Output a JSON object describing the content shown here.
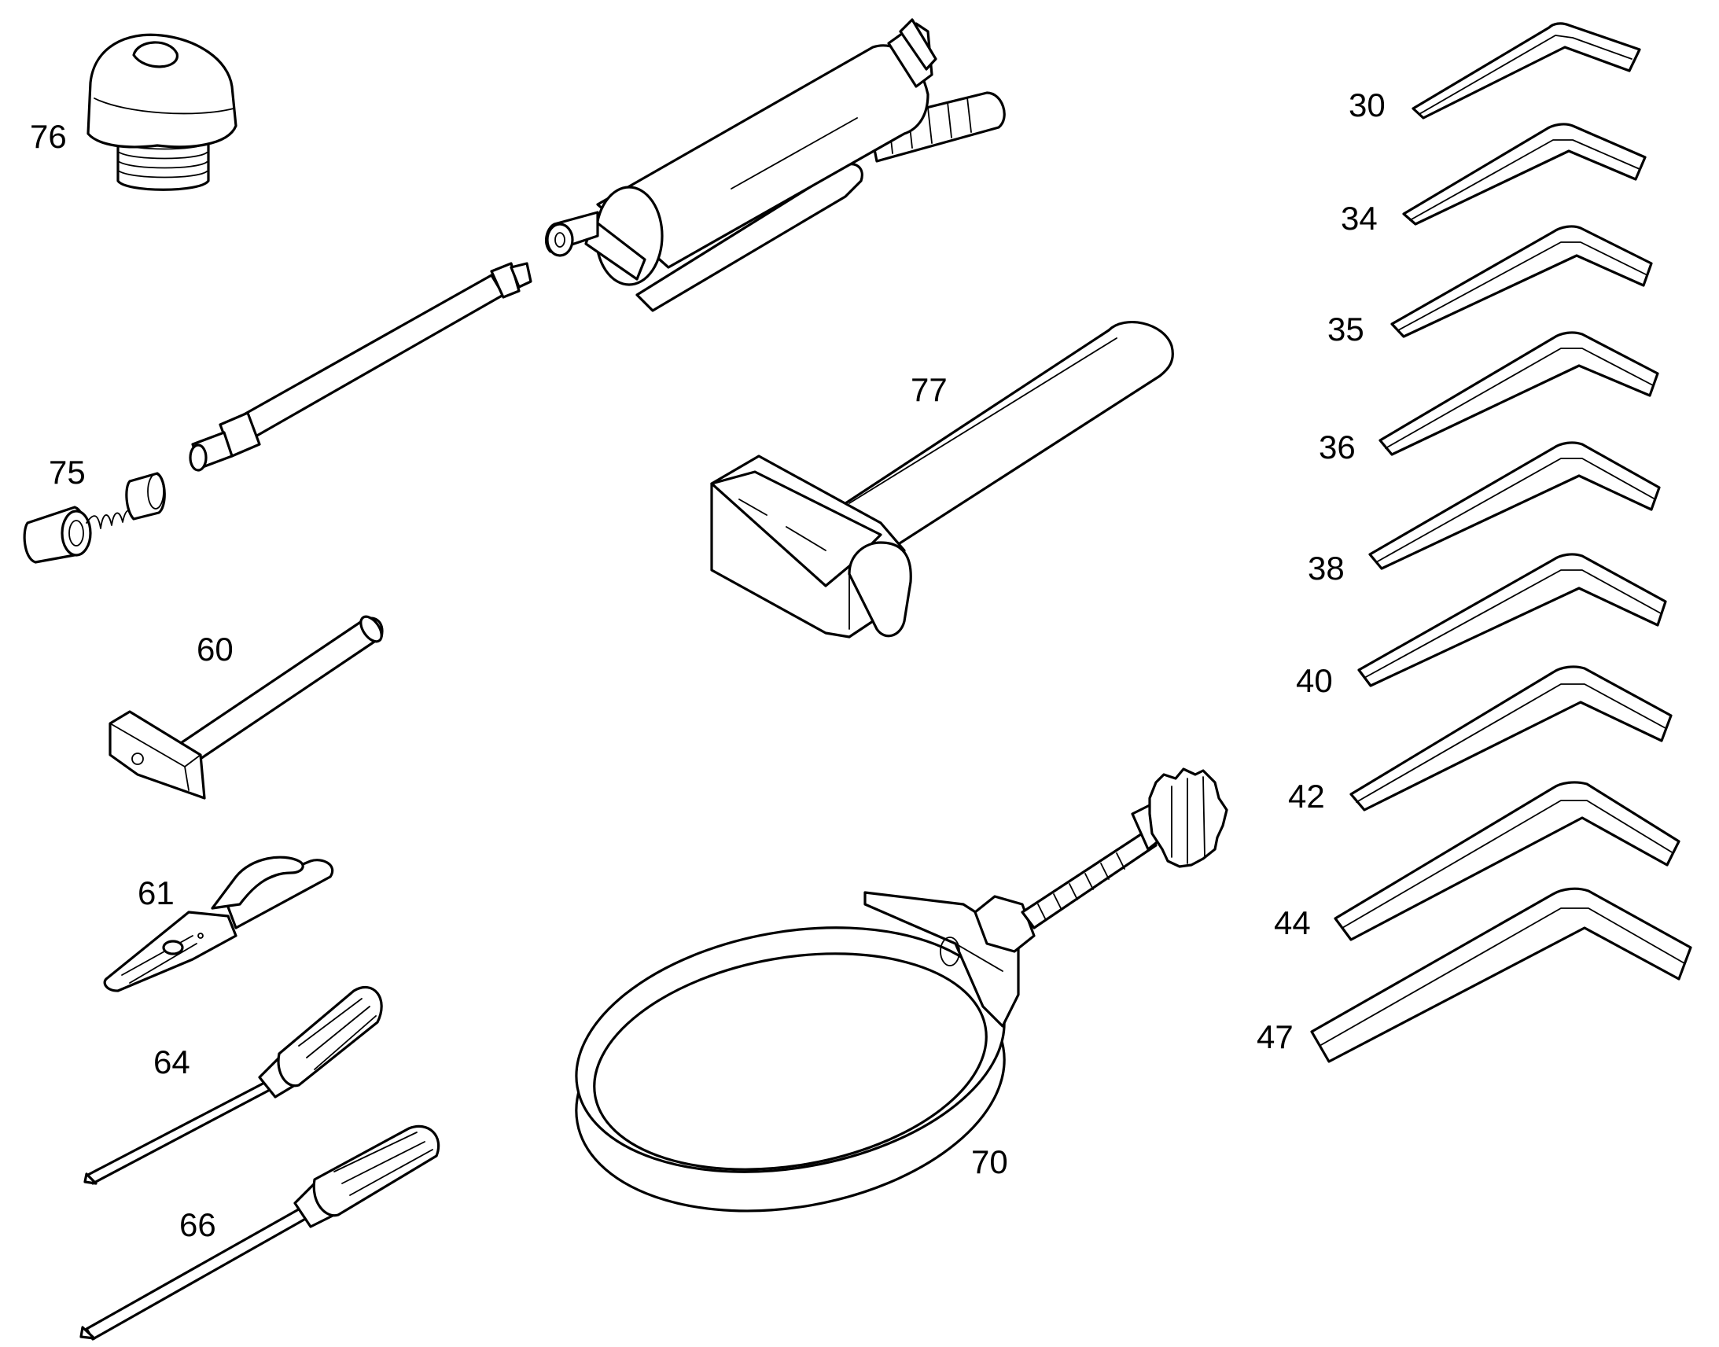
{
  "diagram": {
    "background_color": "#ffffff",
    "line_color": "#000000",
    "callouts": {
      "c30": "30",
      "c34": "34",
      "c35": "35",
      "c36": "36",
      "c38": "38",
      "c40": "40",
      "c42": "42",
      "c44": "44",
      "c47": "47",
      "c60": "60",
      "c61": "61",
      "c64": "64",
      "c66": "66",
      "c70": "70",
      "c75": "75",
      "c76": "76",
      "c77": "77"
    }
  }
}
